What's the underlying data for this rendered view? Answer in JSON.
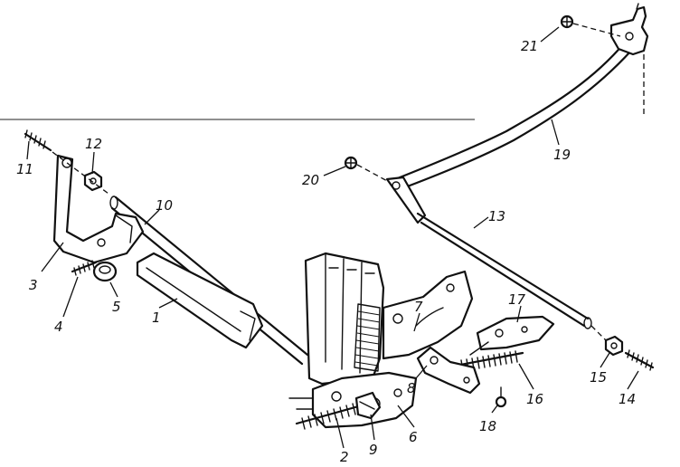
{
  "callouts": {
    "p1": "1",
    "p2": "2",
    "p3": "3",
    "p4": "4",
    "p5": "5",
    "p6": "6",
    "p7": "7",
    "p8": "8",
    "p9": "9",
    "p10": "10",
    "p11": "11",
    "p12": "12",
    "p13": "13",
    "p14": "14",
    "p15": "15",
    "p16": "16",
    "p17": "17",
    "p18": "18",
    "p19": "19",
    "p20": "20",
    "p21": "21"
  }
}
